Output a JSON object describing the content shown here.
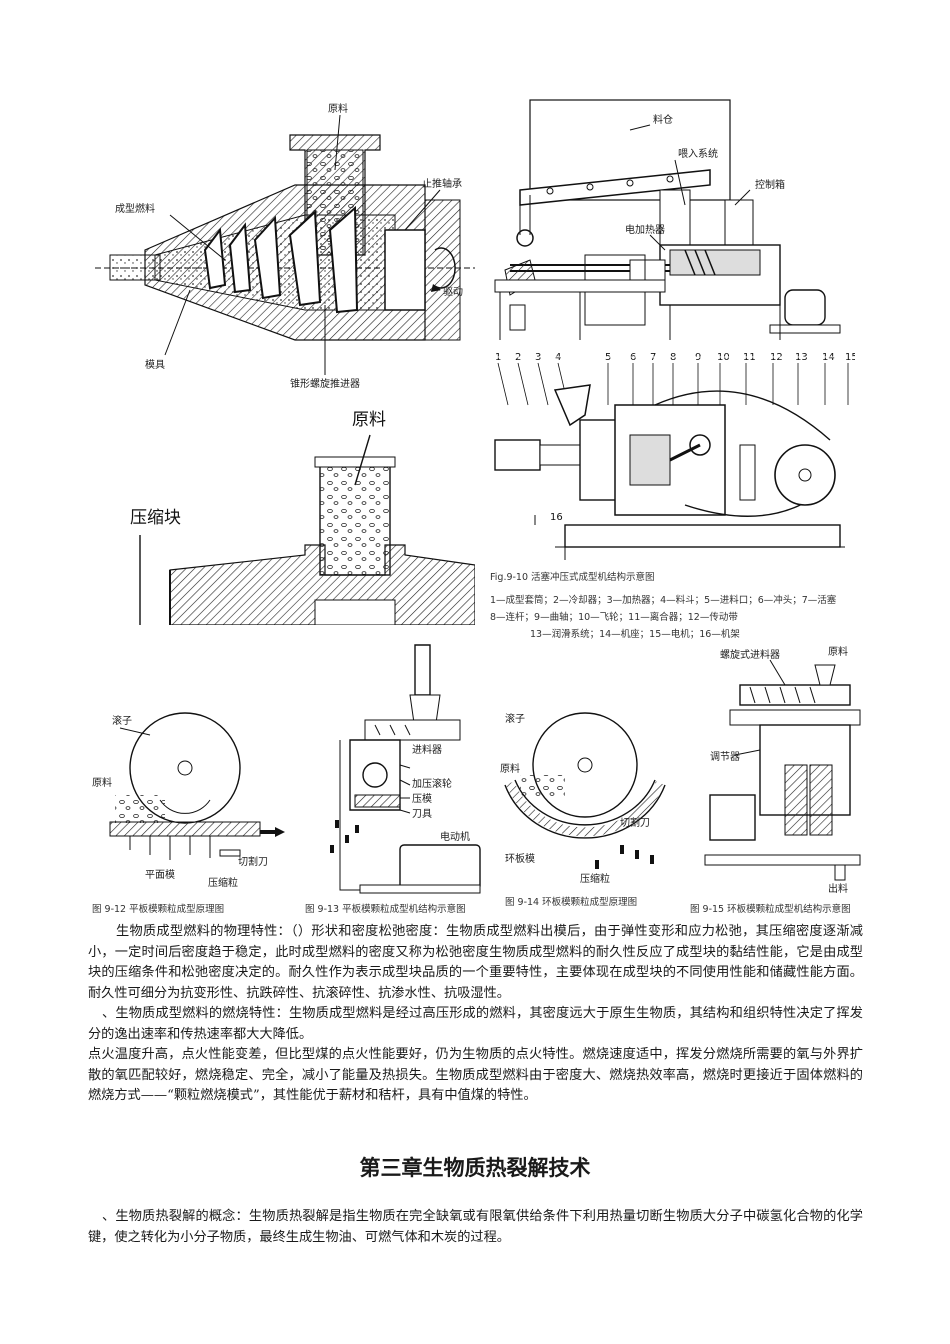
{
  "figures": {
    "cone_screw": {
      "label_material": "原料",
      "label_fuel": "成型燃料",
      "label_bearing": "止推轴承",
      "label_drive": "驱动",
      "label_die": "模具",
      "label_screw": "锥形螺旋推进器"
    },
    "hopper_machine": {
      "label_bin": "料仓",
      "label_feed": "喂入系统",
      "label_control": "控制箱",
      "label_heater": "电加热器"
    },
    "compress_block": {
      "label_material": "原料",
      "label_block": "压缩块"
    },
    "piston_machine": {
      "numbers": [
        "1",
        "2",
        "3",
        "4",
        "5",
        "6",
        "7",
        "8",
        "9",
        "10",
        "11",
        "12",
        "13",
        "14",
        "15",
        "16"
      ],
      "caption_partial": "13—润滑系统；14—机座；15—电机；16—机架"
    },
    "flat_die_principle": {
      "label_roller": "滚子",
      "label_material": "原料",
      "label_cutter": "切割刀",
      "label_flat_die": "平面模",
      "label_pellet": "压缩粒",
      "caption": "图 9-12   平板模颗粒成型原理图"
    },
    "flat_die_machine": {
      "label_feeder": "进料器",
      "label_press_roller": "加压滚轮",
      "label_die": "压模",
      "label_knife": "刀具",
      "label_motor": "电动机",
      "caption": "图 9-13   平板模颗粒成型机结构示意图"
    },
    "ring_die_principle": {
      "label_roller": "滚子",
      "label_material": "原料",
      "label_cutter": "切割刀",
      "label_ring_die": "环板模",
      "label_pellet": "压缩粒",
      "caption": "图 9-14   环板模颗粒成型原理图"
    },
    "ring_die_machine": {
      "label_screw_feeder": "螺旋式进料器",
      "label_material": "原料",
      "label_regulator": "调节器",
      "label_out": "出料",
      "caption": "图 9-15   环板模颗粒成型机结构示意图"
    }
  },
  "body": {
    "p1": "生物质成型燃料的物理特性：（）形状和密度松弛密度：生物质成型燃料出模后，由于弹性变形和应力松弛，其压缩密度逐渐减小，一定时间后密度趋于稳定，此时成型燃料的密度又称为松弛密度生物质成型燃料的耐久性反应了成型块的黏结性能，它是由成型块的压缩条件和松弛密度决定的。耐久性作为表示成型块品质的一个重要特性，主要体现在成型块的不同使用性能和储藏性能方面。耐久性可细分为抗变形性、抗跌碎性、抗滚碎性、抗渗水性、抗吸湿性。",
    "p2": "、生物质成型燃料的燃烧特性：生物质成型燃料是经过高压形成的燃料，其密度远大于原生生物质，其结构和组织特性决定了挥发分的逸出速率和传热速率都大大降低。",
    "p3": "点火温度升高，点火性能变差，但比型煤的点火性能要好，仍为生物质的点火特性。燃烧速度适中，挥发分燃烧所需要的氧与外界扩散的氧匹配较好，燃烧稳定、完全，减小了能量及热损失。生物质成型燃料由于密度大、燃烧热效率高，燃烧时更接近于固体燃料的燃烧方式——“颗粒燃烧模式”，其性能优于薪材和秸杆，具有中值煤的特性。",
    "chapter_title": "第三章生物质热裂解技术",
    "p4": "、生物质热裂解的概念：生物质热裂解是指生物质在完全缺氧或有限氧供给条件下利用热量切断生物质大分子中碳氢化合物的化学键，使之转化为小分子物质，最终生成生物油、可燃气体和木炭的过程。"
  }
}
